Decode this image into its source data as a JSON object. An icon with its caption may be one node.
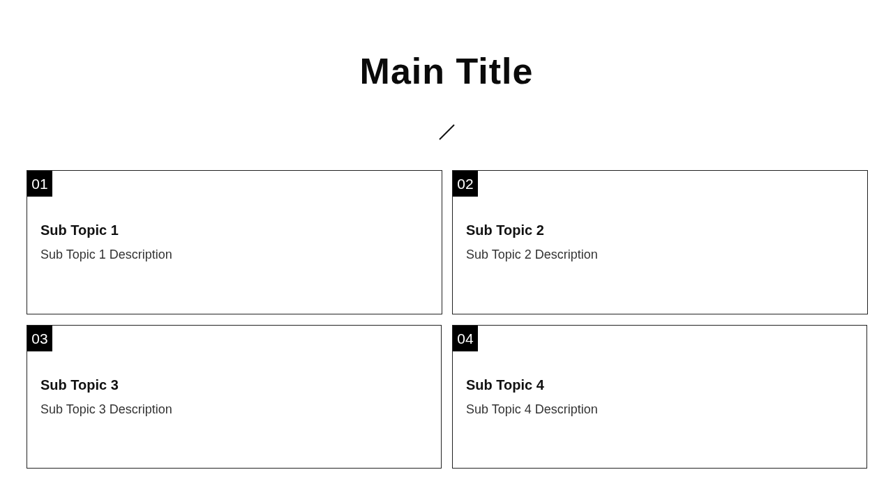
{
  "diagram": {
    "title": "Main Title",
    "nodes": [
      {
        "text": [
          "Sub Topic 1",
          "Sub Topic 1 Description"
        ]
      },
      {
        "text": [
          "01"
        ],
        "in": 0
      },
      {
        "text": [
          "Sub Topic 2",
          "Sub Topic 2 Description"
        ]
      },
      {
        "text": [
          "02"
        ],
        "in": 2
      },
      {
        "text": [
          "Sub Topic 3",
          "Sub Topic 3 Description"
        ]
      },
      {
        "text": [
          "03"
        ],
        "in": 4
      },
      {
        "text": [
          "Sub Topic 4",
          "Sub Topic 4 Description"
        ]
      },
      {
        "text": [
          "04"
        ],
        "in": 6
      }
    ],
    "edges": []
  }
}
